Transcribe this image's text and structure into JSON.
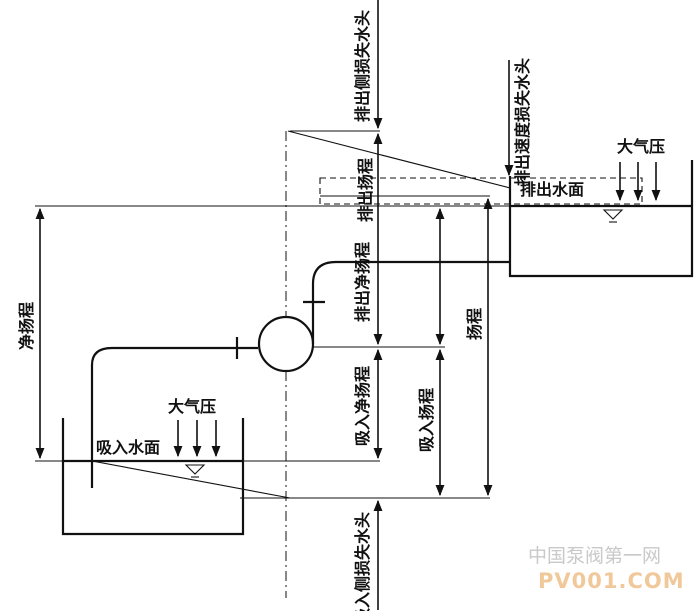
{
  "labels": {
    "discharge_side_loss_head": "排出侧损失水头",
    "discharge_velocity_loss_head": "排出速度损失水头",
    "atmospheric_pressure_top": "大气压",
    "discharge_water_surface": "排出水面",
    "discharge_head": "排出扬程",
    "discharge_net_head": "排出净扬程",
    "head": "扬程",
    "net_head": "净扬程",
    "suction_net_head": "吸入净扬程",
    "suction_head": "吸入扬程",
    "atmospheric_pressure_bottom": "大气压",
    "suction_water_surface": "吸入水面",
    "suction_side_loss_head": "吸入侧损失水头"
  },
  "watermark": {
    "line1": "中国泵阀第一网",
    "line2": "PV001.COM"
  }
}
